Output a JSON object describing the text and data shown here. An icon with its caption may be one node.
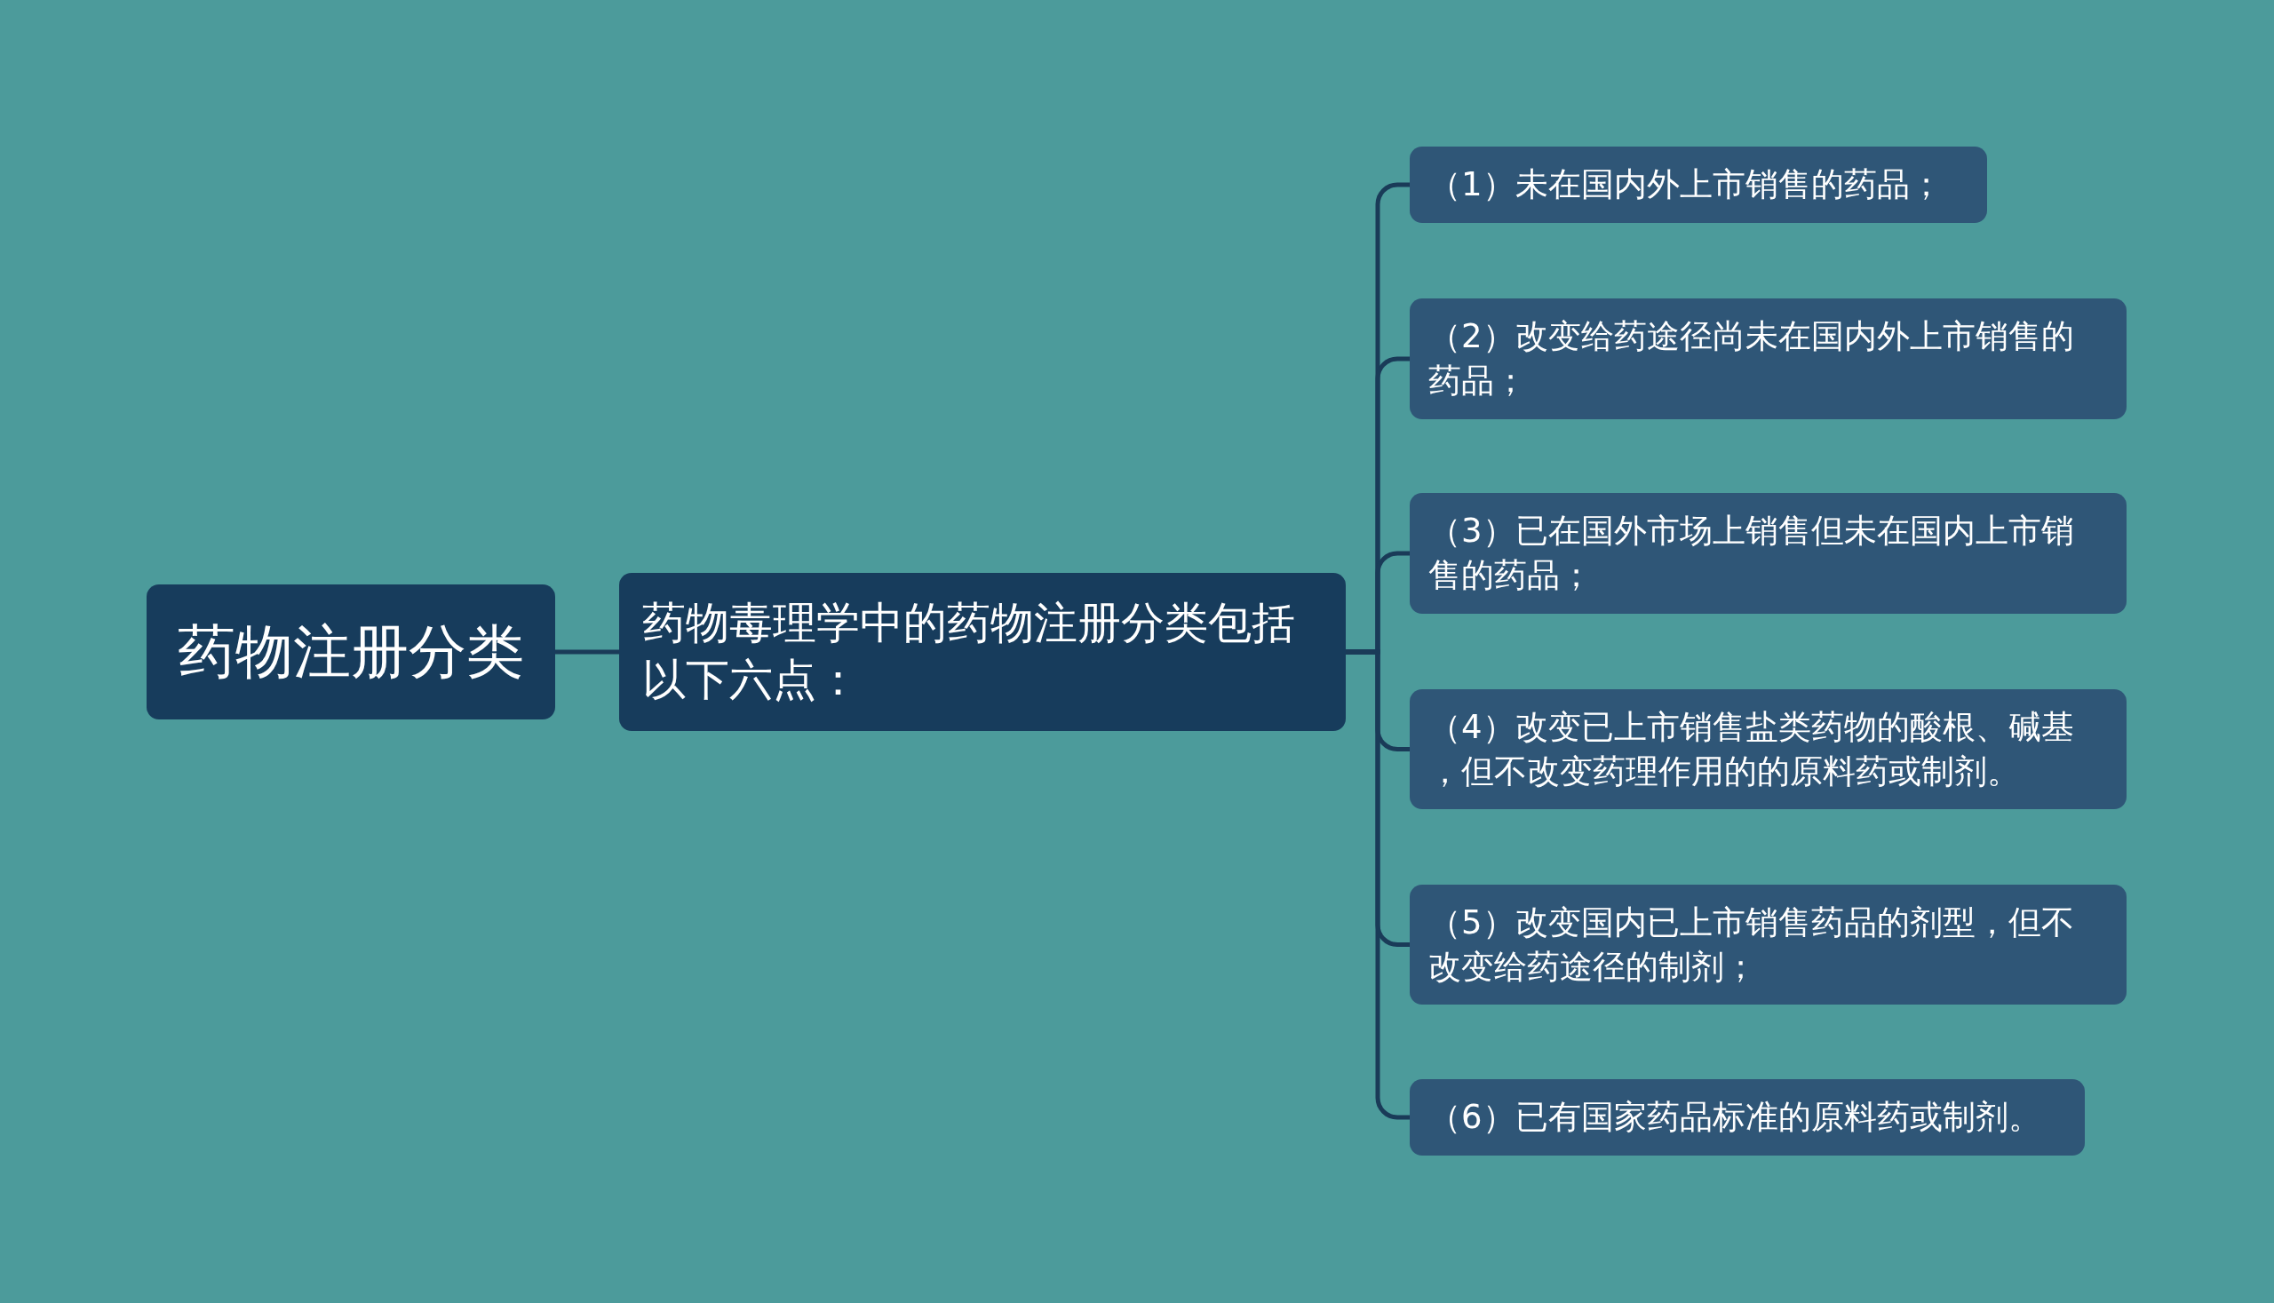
{
  "diagram": {
    "nodes": [
      {
        "text": [
          "药物注册分类"
        ]
      },
      {
        "text": [
          "药物毒理学中的药物注册分类包括以下六点："
        ]
      },
      {
        "text": [
          "（1）未在国内外上市销售的药品；"
        ]
      },
      {
        "text": [
          "（2）改变给药途径尚未在国内外上市销售的药品；"
        ]
      },
      {
        "text": [
          "（3）已在国外市场上销售但未在国内上市销售的药品；"
        ]
      },
      {
        "text": [
          "（4）改变已上市销售盐类药物的酸根、碱基，但不改变药理作用的的原料药或制剂。"
        ]
      },
      {
        "text": [
          "（5）改变国内已上市销售药品的剂型，但不改变给药途径的制剂；"
        ]
      },
      {
        "text": [
          "（6）已有国家药品标准的原料药或制剂。"
        ]
      }
    ],
    "edges": [
      {
        "from": 0,
        "to": 1,
        "arrow": "none"
      },
      {
        "from": 1,
        "to": 2,
        "arrow": "none"
      },
      {
        "from": 1,
        "to": 3,
        "arrow": "none"
      },
      {
        "from": 1,
        "to": 4,
        "arrow": "none"
      },
      {
        "from": 1,
        "to": 5,
        "arrow": "none"
      },
      {
        "from": 1,
        "to": 6,
        "arrow": "none"
      },
      {
        "from": 1,
        "to": 7,
        "arrow": "none"
      }
    ]
  }
}
